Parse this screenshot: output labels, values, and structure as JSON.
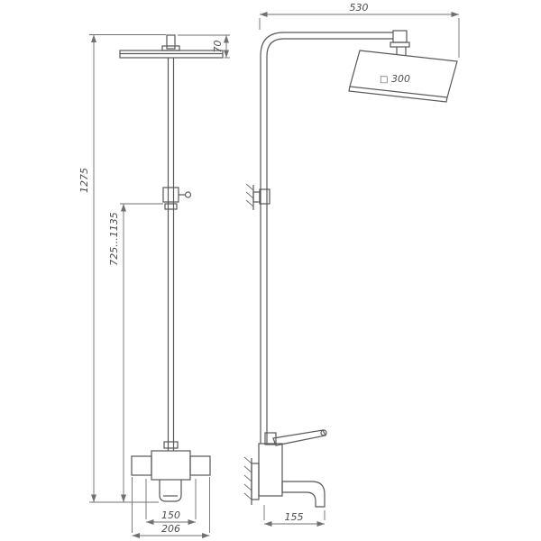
{
  "colors": {
    "background": "#ffffff",
    "line-color": "#585858",
    "dim-color": "#707070",
    "text-color": "#4d4d4d"
  },
  "dims": {
    "total_height": "1275",
    "adjustable_height": "725...1135",
    "head_drop": "70",
    "overall_depth": "530",
    "head_size_symbol": "□",
    "head_size": "300",
    "spout_span": "150",
    "body_width": "206",
    "wall_reach": "155"
  }
}
